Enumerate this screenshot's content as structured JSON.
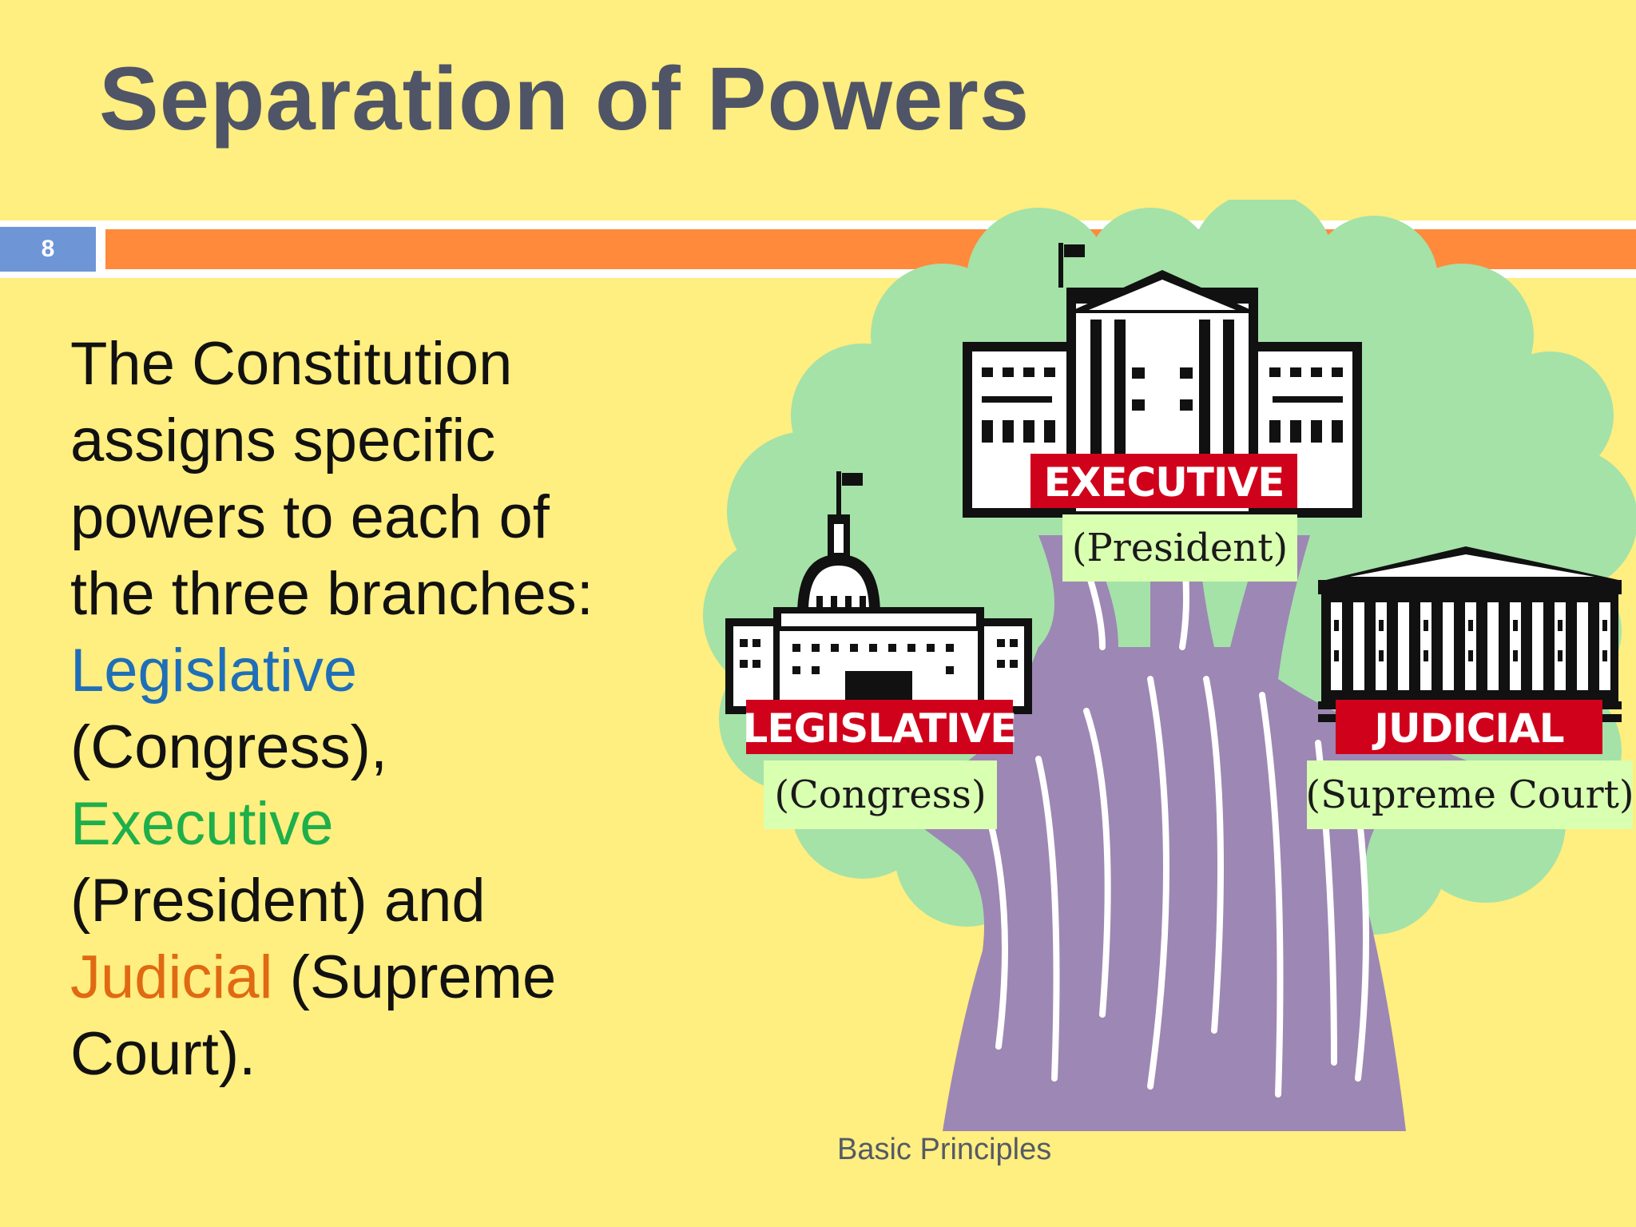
{
  "slide": {
    "title": "Separation of Powers",
    "number": "8",
    "footer": "Basic Principles"
  },
  "body": {
    "lines": [
      "The Constitution",
      "assigns specific",
      "powers to each of",
      "the three branches:"
    ],
    "legislative": "Legislative",
    "congress": "(Congress),",
    "executive": "Executive",
    "president_and": "(President) and",
    "judicial": "Judicial",
    "supreme": " (Supreme",
    "court": "Court)."
  },
  "diagram": {
    "executive_label": "EXECUTIVE",
    "executive_sub": "(President)",
    "legislative_label": "LEGISLATIVE",
    "legislative_sub": "(Congress)",
    "judicial_label": "JUDICIAL",
    "judicial_sub": "(Supreme Court)"
  },
  "colors": {
    "background": "#FFEE80",
    "title": "#4F5566",
    "accent_bar": "#FF8A3C",
    "number_box": "#6E95D6",
    "legislative": "#1F6FB8",
    "executive": "#1EAF4A",
    "judicial": "#E06A12",
    "foliage": "#A4E2A8",
    "trunk": "#9D87B4",
    "label_red": "#D0021B",
    "sub_label_bg": "#D9FFB0"
  }
}
